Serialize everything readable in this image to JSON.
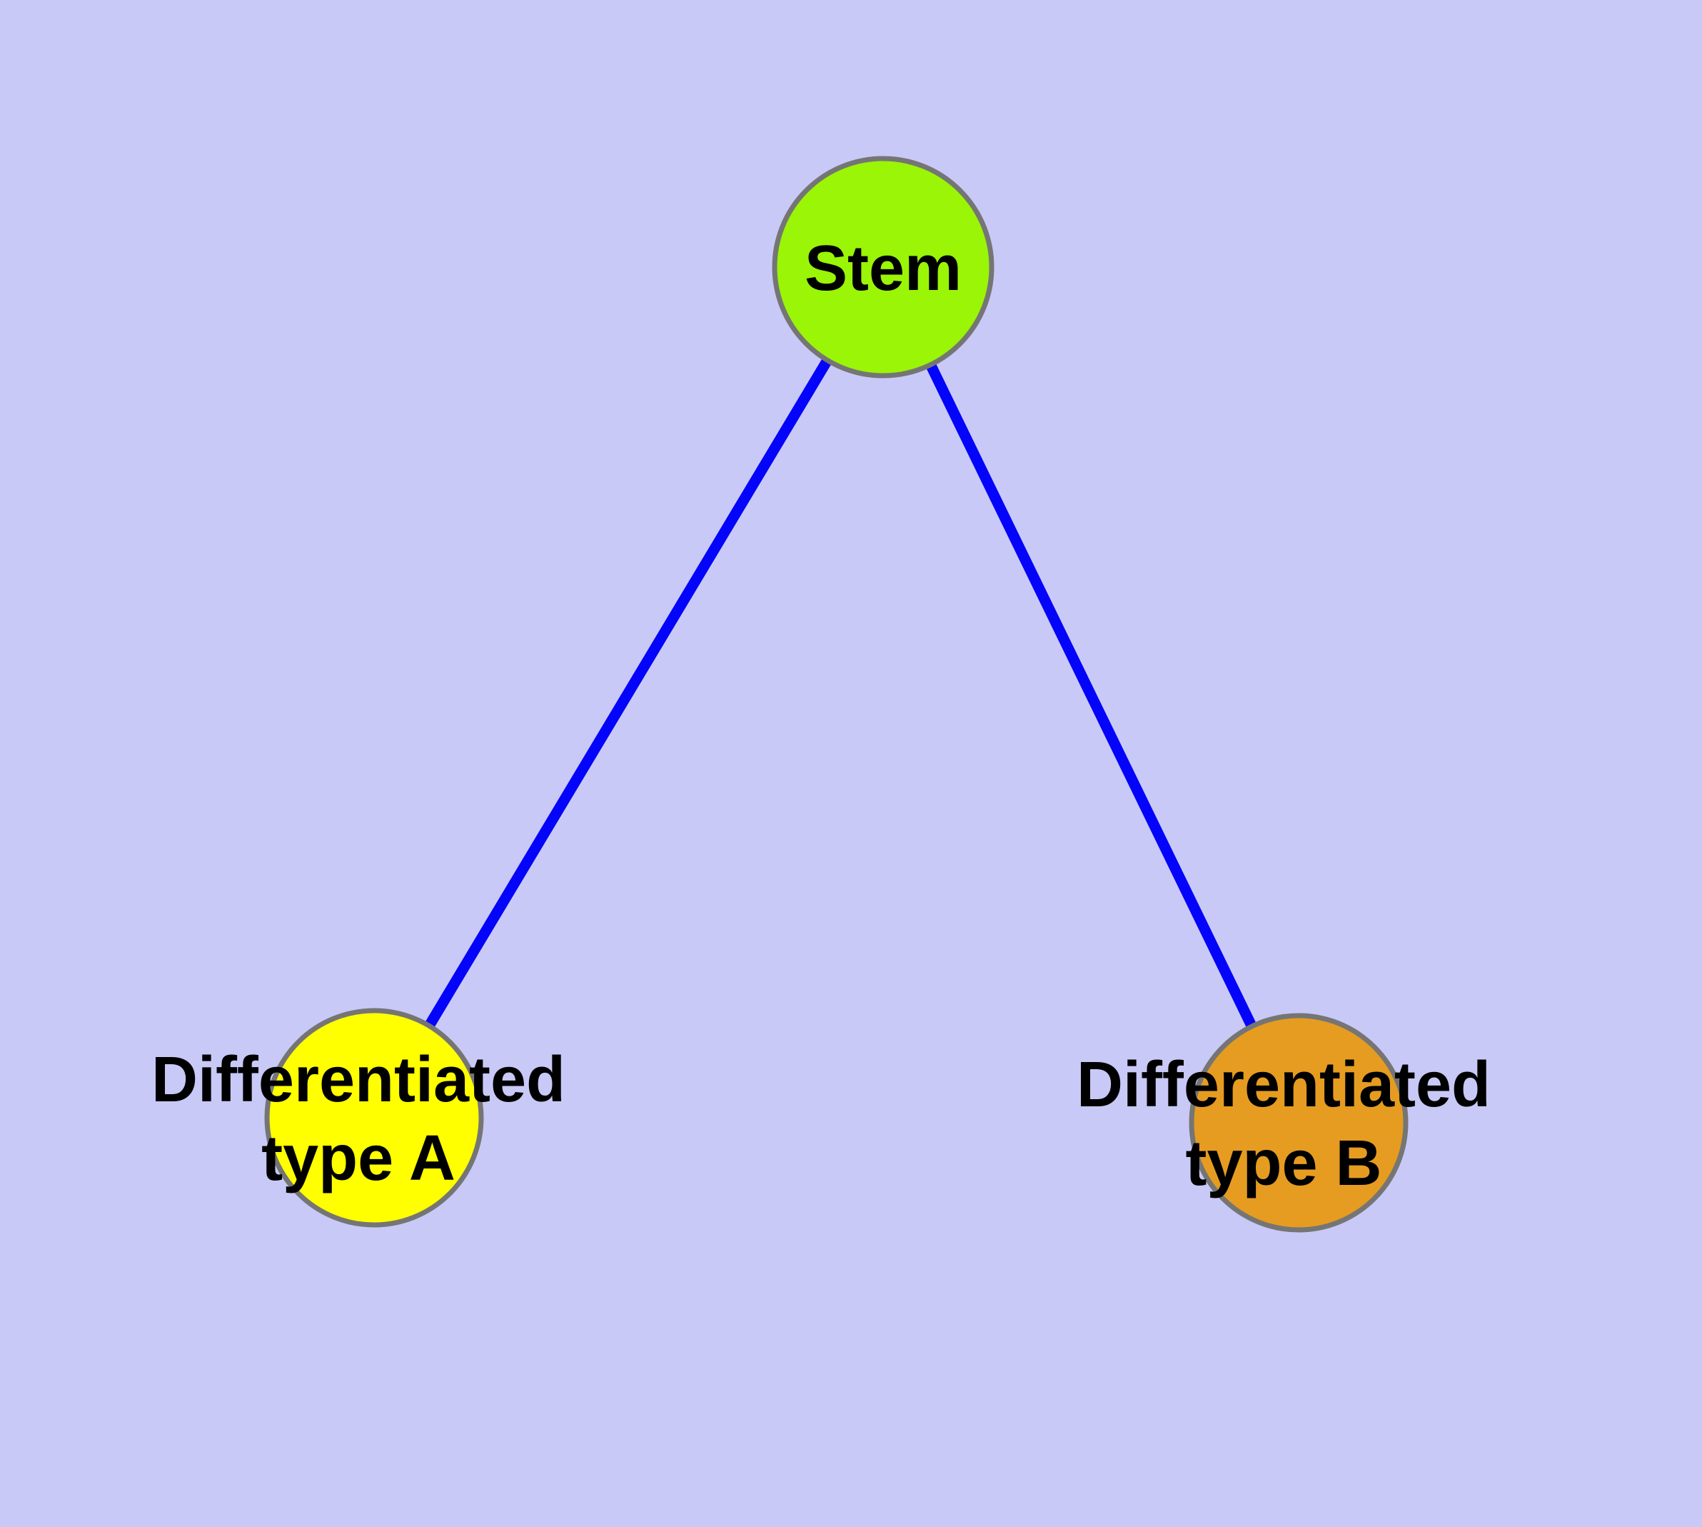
{
  "diagram": {
    "type": "graph",
    "background_color": "#c9c9f7",
    "edge_color": "#0404fa",
    "edge_width": "15",
    "node_border_color": "#757575",
    "label_color": "#000000",
    "nodes": [
      {
        "id": "stem",
        "label": "Stem",
        "label_lines": [
          "Stem"
        ],
        "fill": "#9af506"
      },
      {
        "id": "differentiated-type-a",
        "label": "Differentiated type A",
        "label_lines": [
          "Differentiated",
          "type A"
        ],
        "fill": "#ffff00"
      },
      {
        "id": "differentiated-type-b",
        "label": "Differentiated type B",
        "label_lines": [
          "Differentiated",
          "type B"
        ],
        "fill": "#e69c20"
      }
    ],
    "edges": [
      {
        "source": "Stem",
        "target": "Differentiated type A"
      },
      {
        "source": "Stem",
        "target": "Differentiated type B"
      }
    ]
  }
}
